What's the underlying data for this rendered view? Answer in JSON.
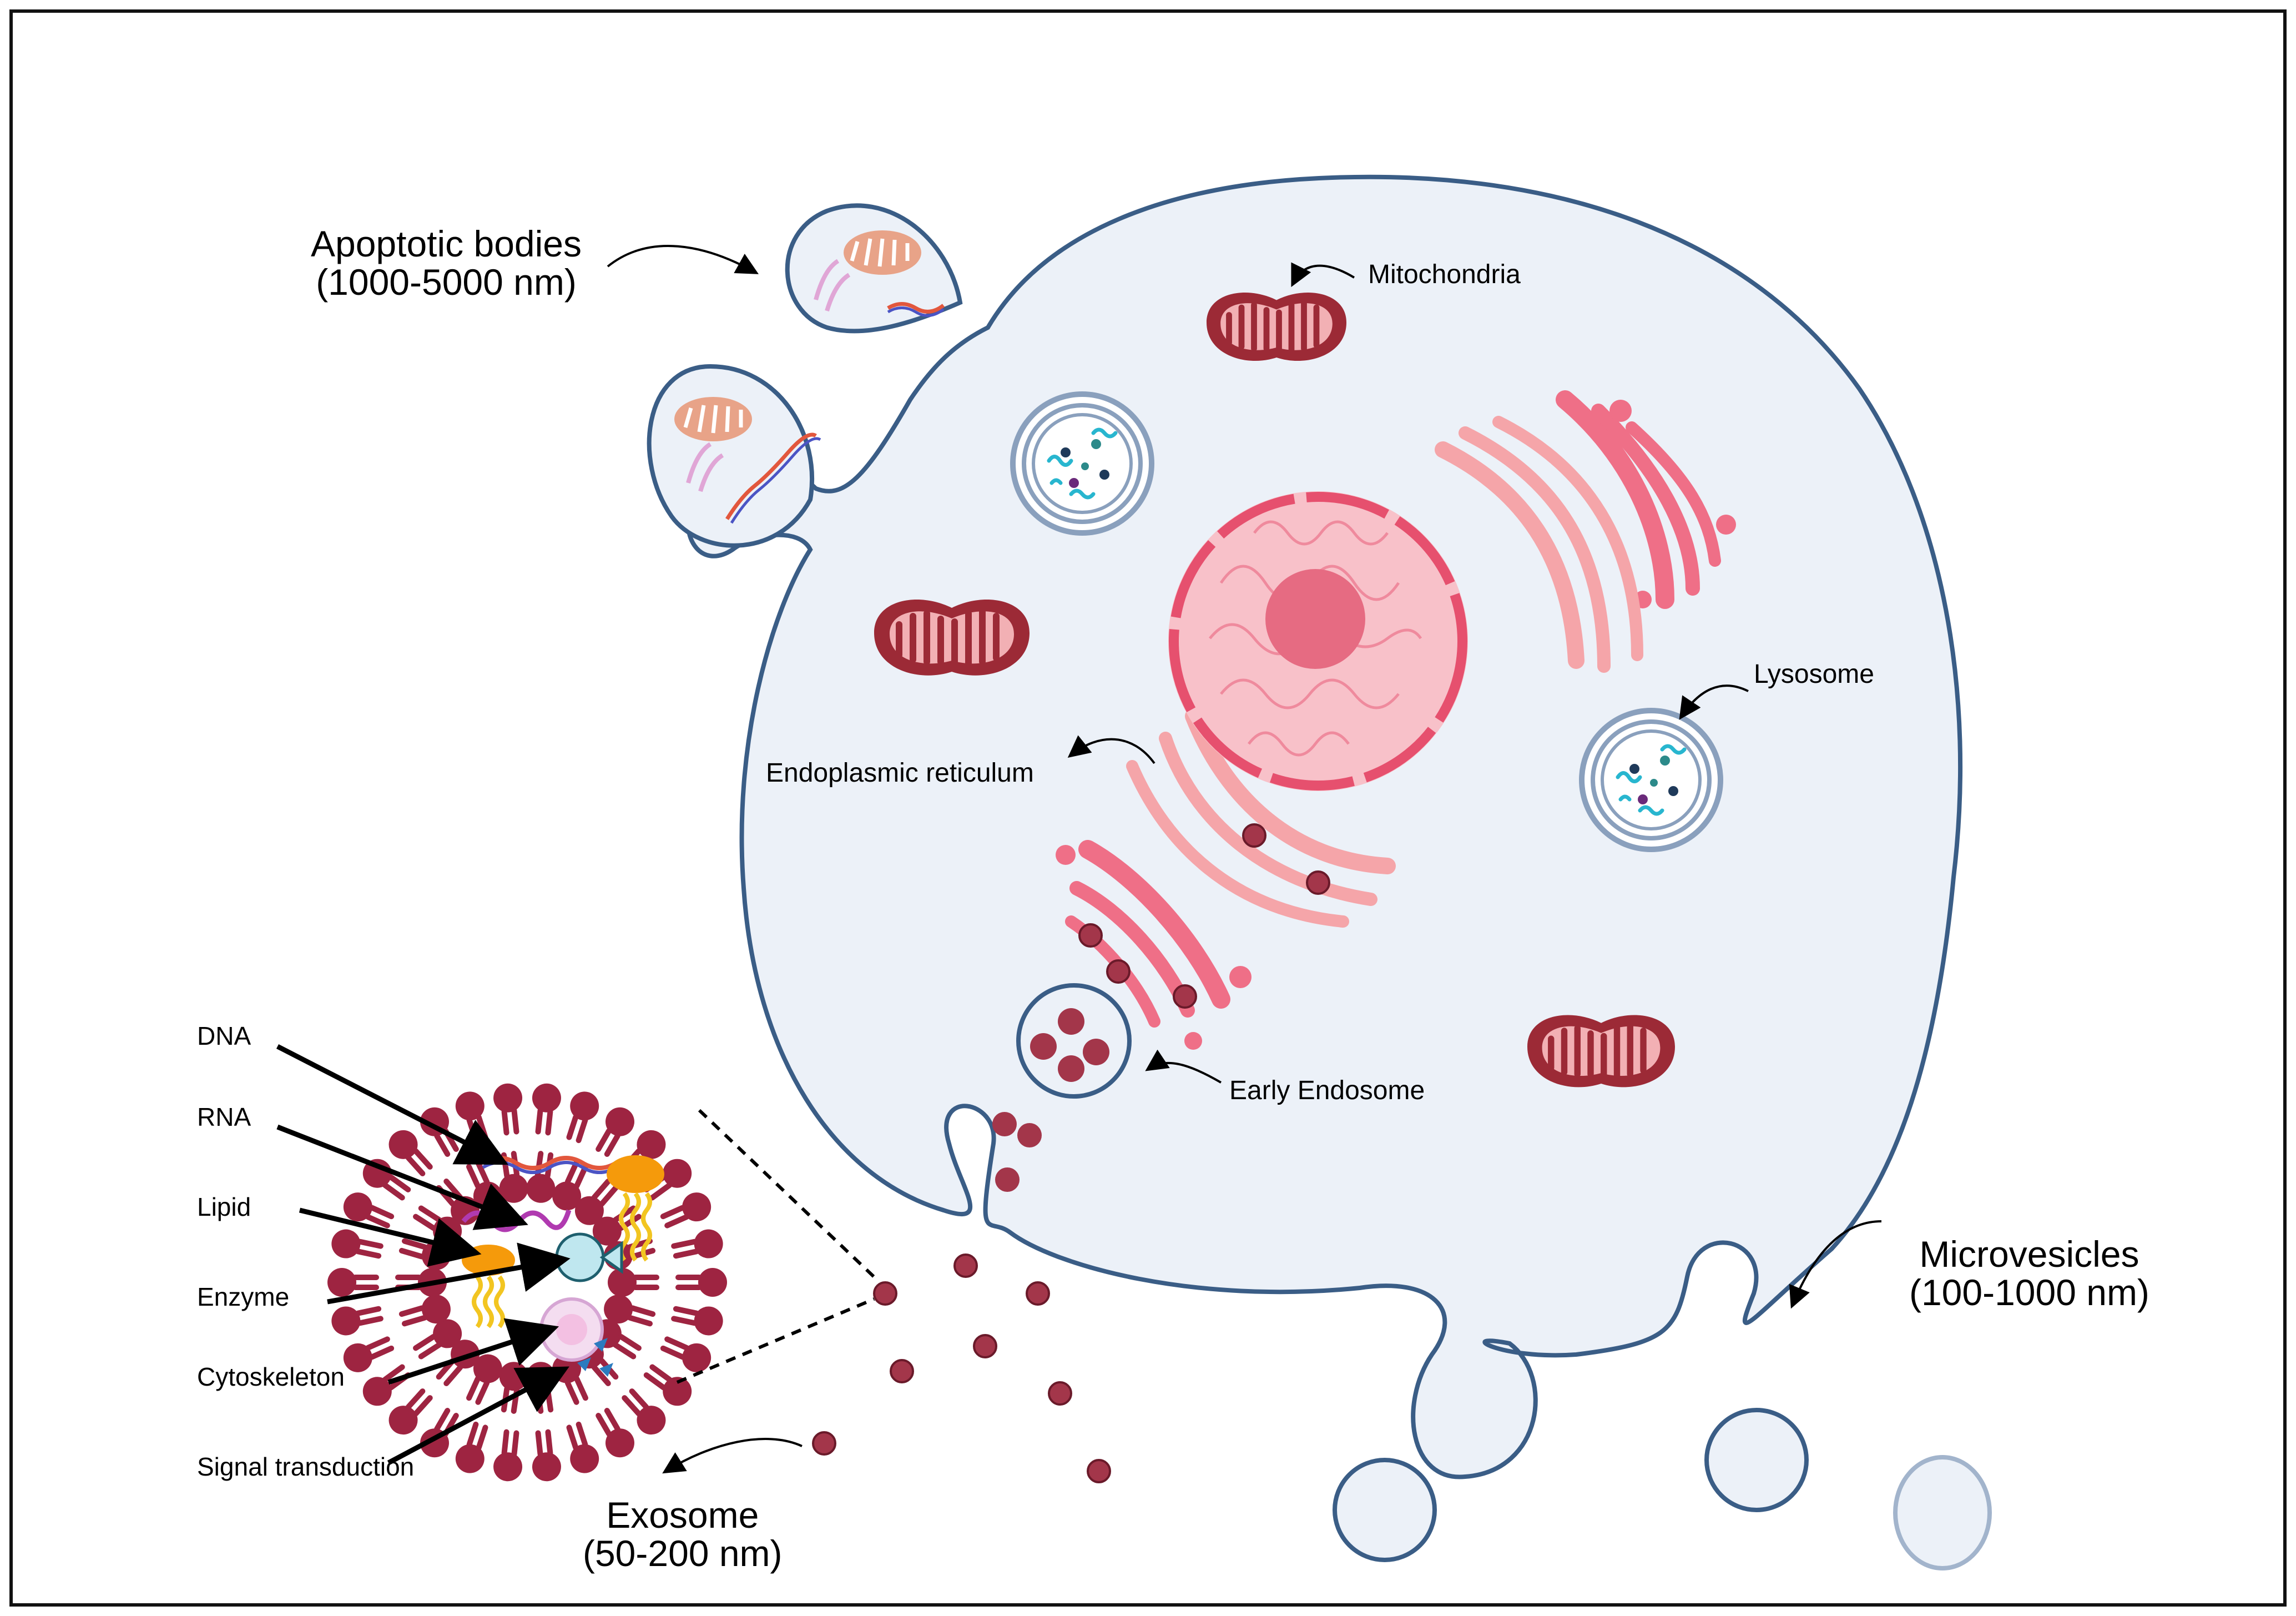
{
  "colors": {
    "cell_fill": "#ecf1f8",
    "membrane": "#3a5d86",
    "nucleus": "#f6a3b1",
    "nucleolus": "#e66b82",
    "mito_outer": "#9c2a36",
    "mito_inner": "#f2b0b4",
    "er": "#f39aa0",
    "golgi": "#ef6f87",
    "vesicle": "#a3364a",
    "exosome_head": "#9e2441",
    "lipid": "#f59a0b",
    "tail": "#f2c521",
    "enzyme": "#bfe7ef",
    "lysosome_ring": "#8aa0bd"
  },
  "labels": {
    "apoptotic": {
      "name": "Apoptotic bodies",
      "size": "(1000-5000 nm)"
    },
    "mitochondria": "Mitochondria",
    "lysosome": "Lysosome",
    "er": "Endoplasmic reticulum",
    "early_endosome": "Early Endosome",
    "microvesicles": {
      "name": "Microvesicles",
      "size": "(100-1000 nm)"
    },
    "exosome": {
      "name": "Exosome",
      "size": "(50-200 nm)"
    }
  },
  "cargo": [
    "DNA",
    "RNA",
    "Lipid",
    "Enzyme",
    "Cytoskeleton",
    "Signal transduction"
  ]
}
